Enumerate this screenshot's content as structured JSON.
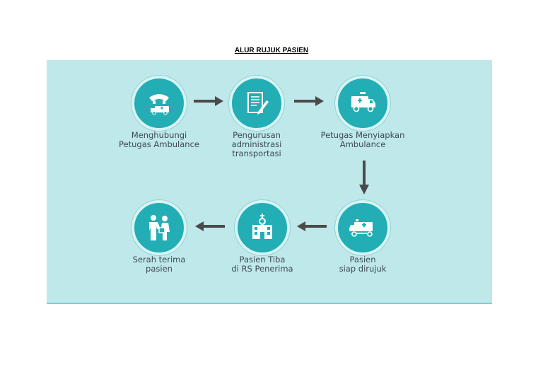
{
  "title": "ALUR RUJUK PASIEN",
  "colors": {
    "panel_background": "#bfe8ea",
    "circle_fill": "#22aeb4",
    "arrow": "#4a4a4a",
    "label_text": "#3c4a52"
  },
  "steps": [
    {
      "icon": "phone-ambulance-icon",
      "label_lines": [
        "Menghubungi",
        "Petugas Ambulance"
      ]
    },
    {
      "icon": "document-pen-icon",
      "label_lines": [
        "Pengurusan",
        "administrasi",
        "transportasi"
      ]
    },
    {
      "icon": "ambulance-icon",
      "label_lines": [
        "Petugas Menyiapkan",
        "Ambulance"
      ]
    },
    {
      "icon": "ambulance-stretcher-icon",
      "label_lines": [
        "Pasien",
        "siap dirujuk"
      ]
    },
    {
      "icon": "hospital-icon",
      "label_lines": [
        "Pasien Tiba",
        "di RS Penerima"
      ]
    },
    {
      "icon": "handover-icon",
      "label_lines": [
        "Serah terima",
        "pasien"
      ]
    }
  ]
}
